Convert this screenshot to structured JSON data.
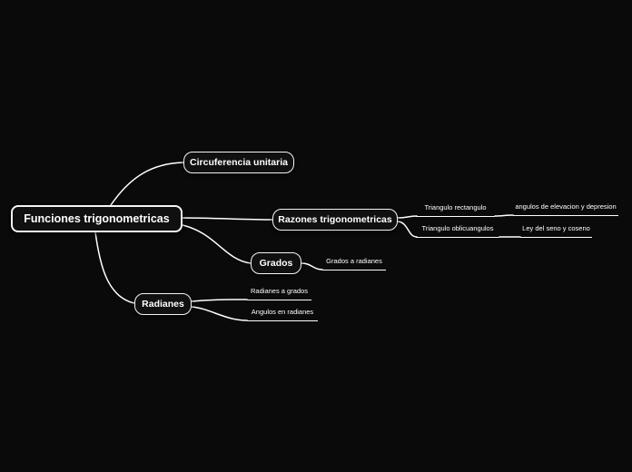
{
  "colors": {
    "background": "#0a0a0a",
    "node_fill": "#101010",
    "node_border": "#f5f5f5",
    "text": "#ffffff",
    "connector": "#ffffff"
  },
  "mindmap": {
    "root": {
      "label": "Funciones trigonometricas"
    },
    "branches": [
      {
        "label": "Circuferencia unitaria",
        "children": []
      },
      {
        "label": "Razones trigonometricas",
        "children": [
          {
            "label": "Triangulo rectangulo",
            "children": [
              {
                "label": "angulos de elevacion y depresion"
              }
            ]
          },
          {
            "label": "Triangulo oblicuangulos",
            "children": [
              {
                "label": "Ley del seno y coseno"
              }
            ]
          }
        ]
      },
      {
        "label": "Grados",
        "children": [
          {
            "label": "Grados a radianes"
          }
        ]
      },
      {
        "label": "Radianes",
        "children": [
          {
            "label": "Radianes a grados"
          },
          {
            "label": "Angulos en radianes"
          }
        ]
      }
    ]
  }
}
